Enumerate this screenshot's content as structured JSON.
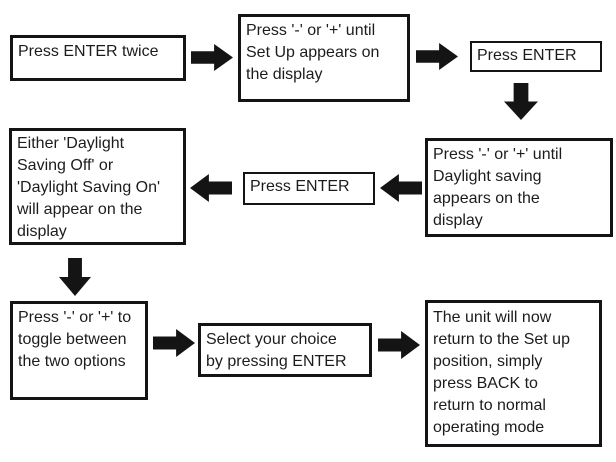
{
  "diagram": {
    "title_hint": "Daylight saving set-up flowchart",
    "background_color": "#ffffff",
    "box_border_color": "#141414",
    "box_fill_color": "#ffffff",
    "arrow_color": "#141414",
    "text_color": "#1c1c1c",
    "steps": [
      {
        "order": 1,
        "text": "Press ENTER twice"
      },
      {
        "order": 2,
        "text": "Press '-' or '+' until\nSet Up appears on\nthe display"
      },
      {
        "order": 3,
        "text": "Press ENTER"
      },
      {
        "order": 4,
        "text": "Press '-' or '+' until\nDaylight saving\nappears on the\ndisplay"
      },
      {
        "order": 5,
        "text": "Press ENTER"
      },
      {
        "order": 6,
        "text": "Either 'Daylight\nSaving Off' or\n'Daylight Saving On'\nwill appear on the\ndisplay"
      },
      {
        "order": 7,
        "text": "Press '-' or '+' to\ntoggle between\nthe two options"
      },
      {
        "order": 8,
        "text": "Select your choice\nby pressing ENTER"
      },
      {
        "order": 9,
        "text": "The unit will now\nreturn to the Set up\nposition, simply\npress BACK to\nreturn to normal\noperating mode"
      }
    ],
    "arrows": [
      {
        "from": 1,
        "to": 2,
        "direction": "right"
      },
      {
        "from": 2,
        "to": 3,
        "direction": "right"
      },
      {
        "from": 3,
        "to": 4,
        "direction": "down"
      },
      {
        "from": 4,
        "to": 5,
        "direction": "left"
      },
      {
        "from": 5,
        "to": 6,
        "direction": "left"
      },
      {
        "from": 6,
        "to": 7,
        "direction": "down"
      },
      {
        "from": 7,
        "to": 8,
        "direction": "right"
      },
      {
        "from": 8,
        "to": 9,
        "direction": "right"
      }
    ]
  }
}
